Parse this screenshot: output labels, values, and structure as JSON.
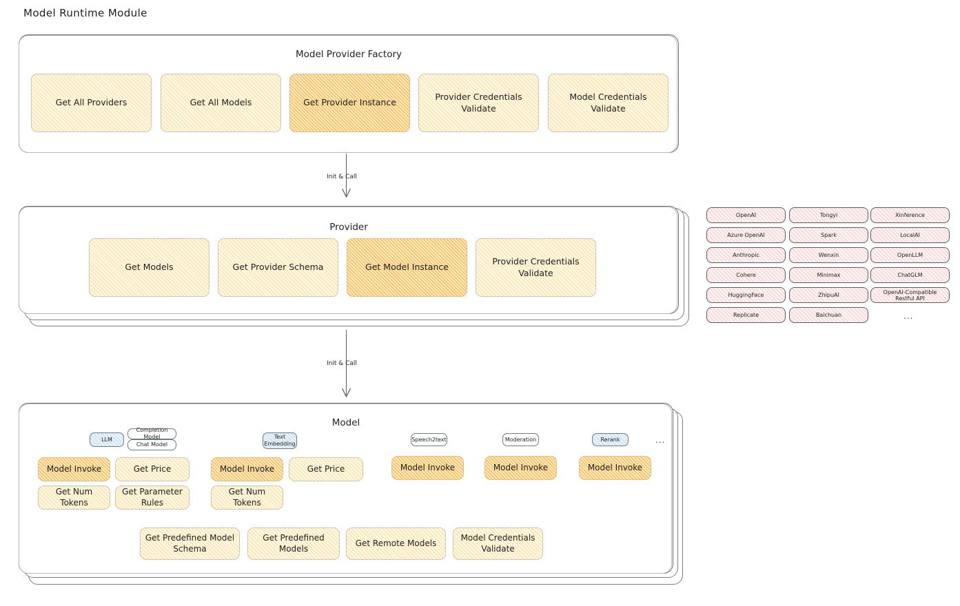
{
  "page": {
    "title": "Model Runtime Module"
  },
  "factory": {
    "title": "Model Provider Factory",
    "nodes": [
      {
        "label": "Get All Providers",
        "highlight": false
      },
      {
        "label": "Get All Models",
        "highlight": false
      },
      {
        "label": "Get Provider Instance",
        "highlight": true
      },
      {
        "label": "Provider Credentials Validate",
        "highlight": false
      },
      {
        "label": "Model Credentials Validate",
        "highlight": false
      }
    ]
  },
  "arrows": [
    {
      "label": "Init & Call"
    },
    {
      "label": "Init & Call"
    }
  ],
  "provider": {
    "title": "Provider",
    "nodes": [
      {
        "label": "Get Models",
        "highlight": false
      },
      {
        "label": "Get Provider Schema",
        "highlight": false
      },
      {
        "label": "Get Model Instance",
        "highlight": true
      },
      {
        "label": "Provider Credentials Validate",
        "highlight": false
      }
    ]
  },
  "provider_list": {
    "columns": [
      {
        "items": [
          "OpenAI",
          "Azure OpenAI",
          "Anthropic",
          "Cohere",
          "HuggingFace",
          "Replicate"
        ]
      },
      {
        "items": [
          "Tongyi",
          "Spark",
          "Wenxin",
          "Minimax",
          "ZhipuAI",
          "Baichuan"
        ]
      },
      {
        "items": [
          "Xinference",
          "LocalAI",
          "OpenLLM",
          "ChatGLM",
          "OpenAI-Compatible Restful API"
        ]
      }
    ],
    "more": "..."
  },
  "model": {
    "title": "Model",
    "more": "...",
    "groups": [
      {
        "tag": "LLM",
        "tag_style": "blue",
        "subtags": [
          "Completion Model",
          "Chat Model"
        ],
        "nodes": [
          {
            "label": "Model Invoke",
            "highlight": true
          },
          {
            "label": "Get Price",
            "highlight": false
          },
          {
            "label": "Get Num Tokens",
            "highlight": false
          },
          {
            "label": "Get Parameter Rules",
            "highlight": false
          }
        ]
      },
      {
        "tag": "Text Embedding",
        "tag_style": "blue",
        "subtags": [],
        "nodes": [
          {
            "label": "Model Invoke",
            "highlight": true
          },
          {
            "label": "Get Price",
            "highlight": false
          },
          {
            "label": "Get Num Tokens",
            "highlight": false
          }
        ]
      },
      {
        "tag": "Speech2text",
        "tag_style": "plain",
        "subtags": [],
        "nodes": [
          {
            "label": "Model Invoke",
            "highlight": true
          }
        ]
      },
      {
        "tag": "Moderation",
        "tag_style": "plain",
        "subtags": [],
        "nodes": [
          {
            "label": "Model Invoke",
            "highlight": true
          }
        ]
      },
      {
        "tag": "Rerank",
        "tag_style": "blue",
        "subtags": [],
        "nodes": [
          {
            "label": "Model Invoke",
            "highlight": true
          }
        ]
      }
    ],
    "common_nodes": [
      {
        "label": "Get Predefined Model Schema"
      },
      {
        "label": "Get Predefined Models"
      },
      {
        "label": "Get Remote Models"
      },
      {
        "label": "Model Credentials Validate"
      }
    ]
  },
  "colors": {
    "node_fill": "#fdf6e0",
    "node_highlight_fill": "#fbe6bd",
    "tag_blue_fill": "#e8f2fa",
    "pill_fill": "#fdf1f1",
    "stroke": "#6b6b6b"
  }
}
